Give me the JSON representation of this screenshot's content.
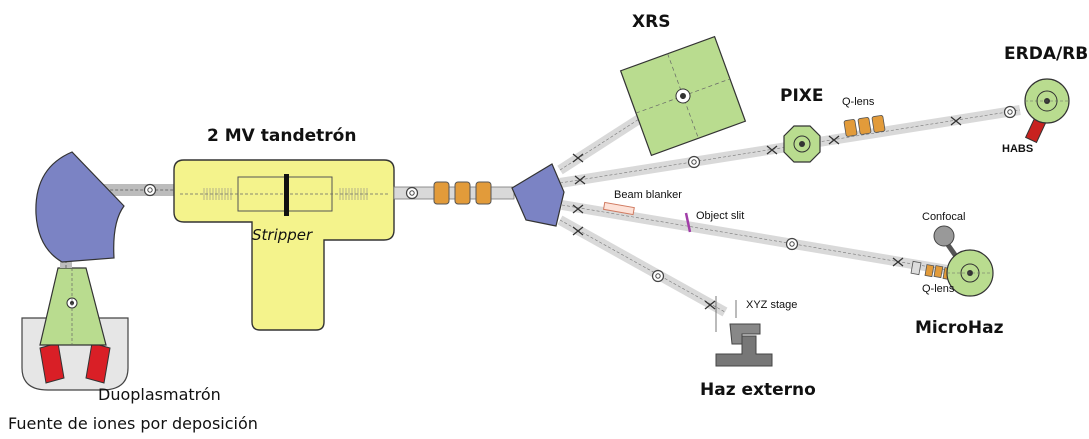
{
  "labels": {
    "tandetron": "2 MV tandetrón",
    "stripper": "Stripper",
    "duoplasmatron": "Duoplasmatrón",
    "sputter_source": "Fuente de iones por deposición",
    "xrs": "XRS",
    "pixe": "PIXE",
    "erda_rbs": "ERDA/RBS",
    "habs": "HABS",
    "q_lens_top": "Q-lens",
    "beam_blanker": "Beam blanker",
    "object_slit": "Object slit",
    "confocal": "Confocal",
    "q_lens_bottom": "Q-lens",
    "microhaz": "MicroHaz",
    "xyz_stage": "XYZ  stage",
    "haz_externo": "Haz externo"
  },
  "colors": {
    "tandetron_fill": "#f4f38c",
    "magnet_fill": "#7b83c4",
    "chamber_fill": "#b9dc8f",
    "lens_fill": "#e29b3a",
    "source_red": "#d91f26",
    "habs_red": "#c8221f",
    "slit_purple": "#a13ea8",
    "beamline_gray": "#d9d9d9"
  }
}
